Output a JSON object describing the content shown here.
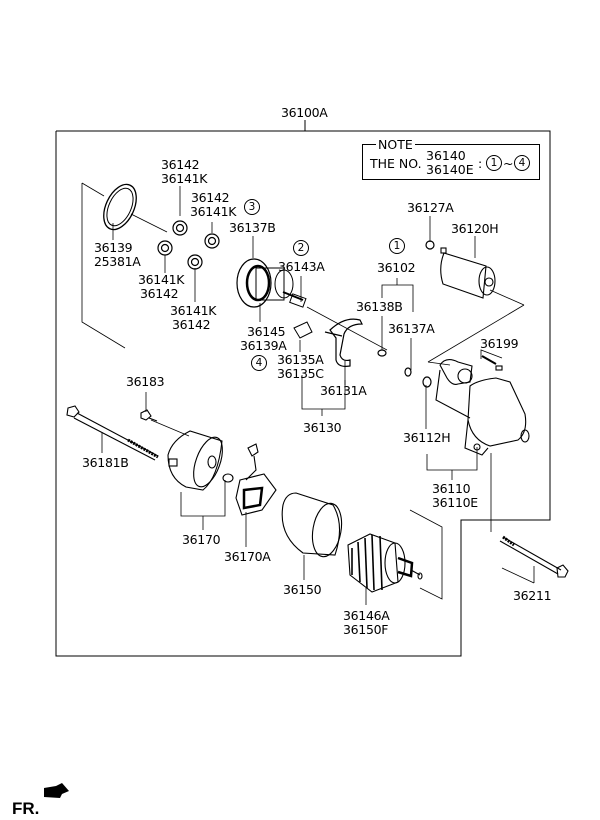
{
  "assembly": {
    "part_no": "36100A"
  },
  "note": {
    "title": "NOTE",
    "prefix": "THE NO.",
    "parts": [
      "36140",
      "36140E"
    ],
    "range_start": "1",
    "range_sep": "~",
    "range_end": "4",
    "colon": ":"
  },
  "callouts": {
    "c1": "1",
    "c2": "2",
    "c3": "3",
    "c4": "4"
  },
  "labels": {
    "l36142_a": [
      "36142",
      "36141K"
    ],
    "l36142_b": [
      "36142",
      "36141K"
    ],
    "l36137B": [
      "36137B"
    ],
    "l36139": [
      "36139",
      "25381A"
    ],
    "l36141K_a": [
      "36141K",
      "36142"
    ],
    "l36141K_b": [
      "36141K",
      "36142"
    ],
    "l36143A": [
      "36143A"
    ],
    "l36102": [
      "36102"
    ],
    "l36127A": [
      "36127A"
    ],
    "l36120H": [
      "36120H"
    ],
    "l36138B": [
      "36138B"
    ],
    "l36137A": [
      "36137A"
    ],
    "l36145": [
      "36145",
      "36139A"
    ],
    "l36135A": [
      "36135A",
      "36135C"
    ],
    "l36131A": [
      "36131A"
    ],
    "l36130": [
      "36130"
    ],
    "l36199": [
      "36199"
    ],
    "l36183": [
      "36183"
    ],
    "l36112H": [
      "36112H"
    ],
    "l36181B": [
      "36181B"
    ],
    "l36110": [
      "36110",
      "36110E"
    ],
    "l36170": [
      "36170"
    ],
    "l36170A": [
      "36170A"
    ],
    "l36150": [
      "36150"
    ],
    "l36211": [
      "36211"
    ],
    "l36146A": [
      "36146A",
      "36150F"
    ]
  },
  "direction": {
    "label": "FR."
  }
}
